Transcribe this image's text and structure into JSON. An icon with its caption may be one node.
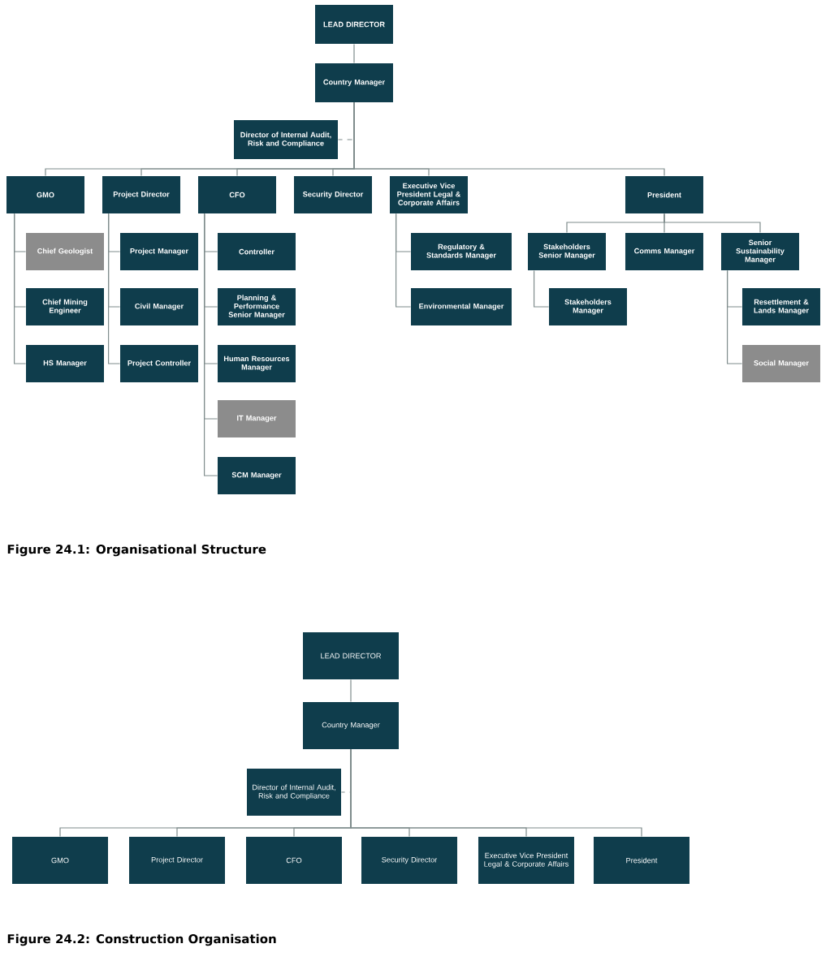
{
  "diagram": {
    "nodes": [
      {
        "text": [
          "LEAD DIRECTOR"
        ]
      },
      {
        "text": [
          "Country Manager"
        ]
      },
      {
        "text": [
          "Director of Internal Audit, Risk and Compliance"
        ]
      },
      {
        "text": [
          "GMO"
        ]
      },
      {
        "text": [
          "Project Director"
        ]
      },
      {
        "text": [
          "CFO"
        ]
      },
      {
        "text": [
          "Security Director"
        ]
      },
      {
        "text": [
          "Executive Vice President Legal & Corporate Affairs"
        ]
      },
      {
        "text": [
          "President"
        ]
      },
      {
        "text": [
          "Chief Geologist"
        ]
      },
      {
        "text": [
          "Chief Mining Engineer"
        ]
      },
      {
        "text": [
          "HS Manager"
        ]
      },
      {
        "text": [
          "Project Manager"
        ]
      },
      {
        "text": [
          "Civil Manager"
        ]
      },
      {
        "text": [
          "Project Controller"
        ]
      },
      {
        "text": [
          "Controller"
        ]
      },
      {
        "text": [
          "Planning & Performance Senior Manager"
        ]
      },
      {
        "text": [
          "Human Resources Manager"
        ]
      },
      {
        "text": [
          "IT Manager"
        ]
      },
      {
        "text": [
          "SCM Manager"
        ]
      },
      {
        "text": [
          "Regulatory & Standards Manager"
        ]
      },
      {
        "text": [
          "Environmental Manager"
        ]
      },
      {
        "text": [
          "Stakeholders Senior Manager"
        ]
      },
      {
        "text": [
          "Comms Manager"
        ]
      },
      {
        "text": [
          "Senior Sustainability Manager"
        ]
      },
      {
        "text": [
          "Stakeholders Manager"
        ]
      },
      {
        "text": [
          "Resettlement & Lands Manager"
        ]
      },
      {
        "text": [
          "Social Manager"
        ]
      },
      {
        "text": [
          "LEAD DIRECTOR"
        ]
      },
      {
        "text": [
          "Country Manager"
        ]
      },
      {
        "text": [
          "Director of Internal Audit, Risk and Compliance"
        ]
      },
      {
        "text": [
          "GMO"
        ]
      },
      {
        "text": [
          "Project Director"
        ]
      },
      {
        "text": [
          "CFO"
        ]
      },
      {
        "text": [
          "Security Director"
        ]
      },
      {
        "text": [
          "Executive Vice President Legal & Corporate Affairs"
        ]
      },
      {
        "text": [
          "President"
        ]
      }
    ],
    "edges": [
      {
        "from": 0,
        "to": 1,
        "arrow": "none"
      },
      {
        "from": 1,
        "to": 2,
        "arrow": "none",
        "style": "dashed"
      },
      {
        "from": 1,
        "to": 3,
        "arrow": "none"
      },
      {
        "from": 1,
        "to": 4,
        "arrow": "none"
      },
      {
        "from": 1,
        "to": 5,
        "arrow": "none"
      },
      {
        "from": 1,
        "to": 6,
        "arrow": "none"
      },
      {
        "from": 1,
        "to": 7,
        "arrow": "none"
      },
      {
        "from": 1,
        "to": 8,
        "arrow": "none"
      },
      {
        "from": 3,
        "to": 9,
        "arrow": "none"
      },
      {
        "from": 3,
        "to": 10,
        "arrow": "none"
      },
      {
        "from": 3,
        "to": 11,
        "arrow": "none"
      },
      {
        "from": 4,
        "to": 12,
        "arrow": "none"
      },
      {
        "from": 4,
        "to": 13,
        "arrow": "none"
      },
      {
        "from": 4,
        "to": 14,
        "arrow": "none"
      },
      {
        "from": 5,
        "to": 15,
        "arrow": "none"
      },
      {
        "from": 5,
        "to": 16,
        "arrow": "none"
      },
      {
        "from": 5,
        "to": 17,
        "arrow": "none"
      },
      {
        "from": 5,
        "to": 18,
        "arrow": "none"
      },
      {
        "from": 5,
        "to": 19,
        "arrow": "none"
      },
      {
        "from": 7,
        "to": 20,
        "arrow": "none"
      },
      {
        "from": 7,
        "to": 21,
        "arrow": "none"
      },
      {
        "from": 8,
        "to": 22,
        "arrow": "none"
      },
      {
        "from": 8,
        "to": 23,
        "arrow": "none"
      },
      {
        "from": 8,
        "to": 24,
        "arrow": "none"
      },
      {
        "from": 22,
        "to": 25,
        "arrow": "none"
      },
      {
        "from": 24,
        "to": 26,
        "arrow": "none"
      },
      {
        "from": 24,
        "to": 27,
        "arrow": "none"
      },
      {
        "from": 28,
        "to": 29,
        "arrow": "none"
      },
      {
        "from": 29,
        "to": 30,
        "arrow": "none",
        "style": "dashed"
      },
      {
        "from": 29,
        "to": 31,
        "arrow": "none"
      },
      {
        "from": 29,
        "to": 32,
        "arrow": "none"
      },
      {
        "from": 29,
        "to": 33,
        "arrow": "none"
      },
      {
        "from": 29,
        "to": 34,
        "arrow": "none"
      },
      {
        "from": 29,
        "to": 35,
        "arrow": "none"
      },
      {
        "from": 29,
        "to": 36,
        "arrow": "none"
      }
    ],
    "labels": [
      "Figure 24.1: Organisational Structure",
      "Figure 24.2: Construction Organisation"
    ]
  }
}
